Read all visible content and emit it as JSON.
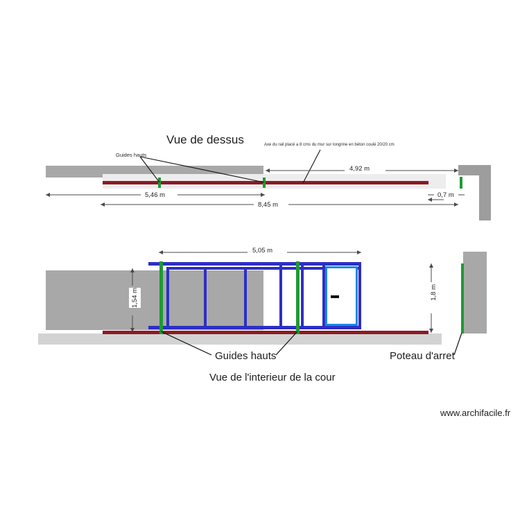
{
  "document": {
    "footer": "www.archifacile.fr"
  },
  "top_view": {
    "title": "Vue de dessus",
    "guides_label": "Guides hauts",
    "rail_note": "Axe du rail placé a 8 cms du mur sur longrine en béton coulé 20/20 cm",
    "dimensions": {
      "inner": "4,92 m",
      "left": "5,46 m",
      "total": "8,45 m",
      "end_gap": "0,7 m"
    }
  },
  "elevation_view": {
    "title": "Vue de l'interieur de la cour",
    "guides_label": "Guides hauts",
    "post_label": "Poteau d'arret",
    "dimensions": {
      "gate_width": "5,05 m",
      "gate_height": "1,54 m",
      "post_height": "1,8 m"
    }
  },
  "colors": {
    "wall": "#a8a8a8",
    "slab": "#d3d3d3",
    "rail": "#8c1a23",
    "guide_post": "#1f9a33",
    "gate_frame": "#2d2fc4",
    "door_frame": "#1e88e5",
    "dimension_line": "#4a4a4a"
  }
}
